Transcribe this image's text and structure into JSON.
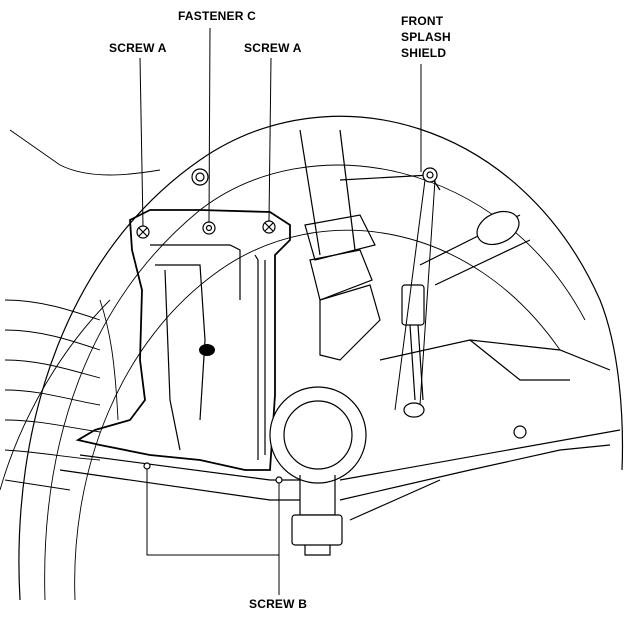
{
  "labels": {
    "fastener_c": "FASTENER C",
    "screw_a_left": "SCREW A",
    "screw_a_right": "SCREW A",
    "front_splash_shield_line1": "FRONT",
    "front_splash_shield_line2": "SPLASH",
    "front_splash_shield_line3": "SHIELD",
    "screw_b": "SCREW B"
  }
}
